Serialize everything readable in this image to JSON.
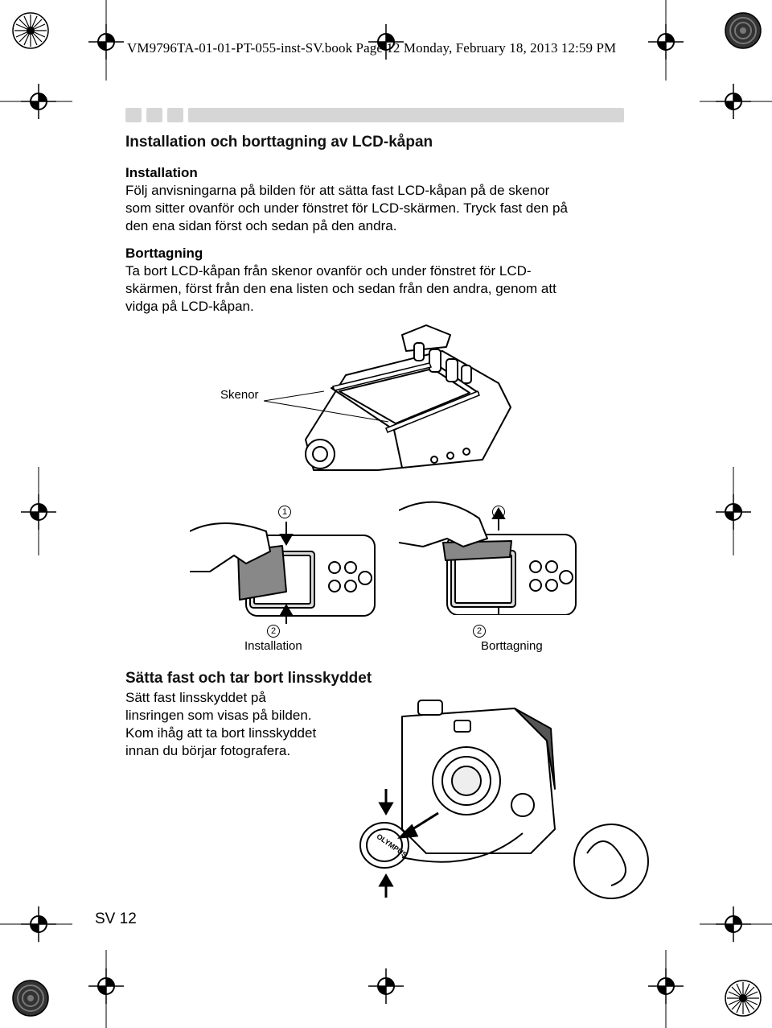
{
  "header": {
    "file_line": "VM9796TA-01-01-PT-055-inst-SV.book  Page 12  Monday, February 18, 2013  12:59 PM"
  },
  "section1": {
    "title": "Installation och borttagning av LCD-kåpan",
    "install_heading": "Installation",
    "install_lines": [
      "Följ anvisningarna på bilden för att sätta fast LCD-kåpan på de skenor",
      "som sitter ovanför och under fönstret för LCD-skärmen. Tryck fast den på",
      "den ena sidan först och sedan på den andra."
    ],
    "remove_heading": "Borttagning",
    "remove_lines": [
      "Ta bort LCD-kåpan från skenor ovanför och under fönstret för LCD-",
      "skärmen, först från den ena listen och sedan från den andra, genom att",
      "vidga på LCD-kåpan."
    ]
  },
  "figure1": {
    "rail_label": "Skenor"
  },
  "figure2": {
    "step1": "1",
    "step2": "2",
    "install_caption": "Installation",
    "remove_caption": "Borttagning"
  },
  "section2": {
    "title": "Sätta fast och tar bort linsskyddet",
    "lines": [
      "Sätt fast linsskyddet på",
      "linsringen som visas på bilden.",
      "Kom ihåg att ta bort linsskyddet",
      "innan du börjar fotografera."
    ]
  },
  "figure3": {
    "cap_brand": "OLYMPUS"
  },
  "footer": {
    "page_label": "SV 12"
  }
}
